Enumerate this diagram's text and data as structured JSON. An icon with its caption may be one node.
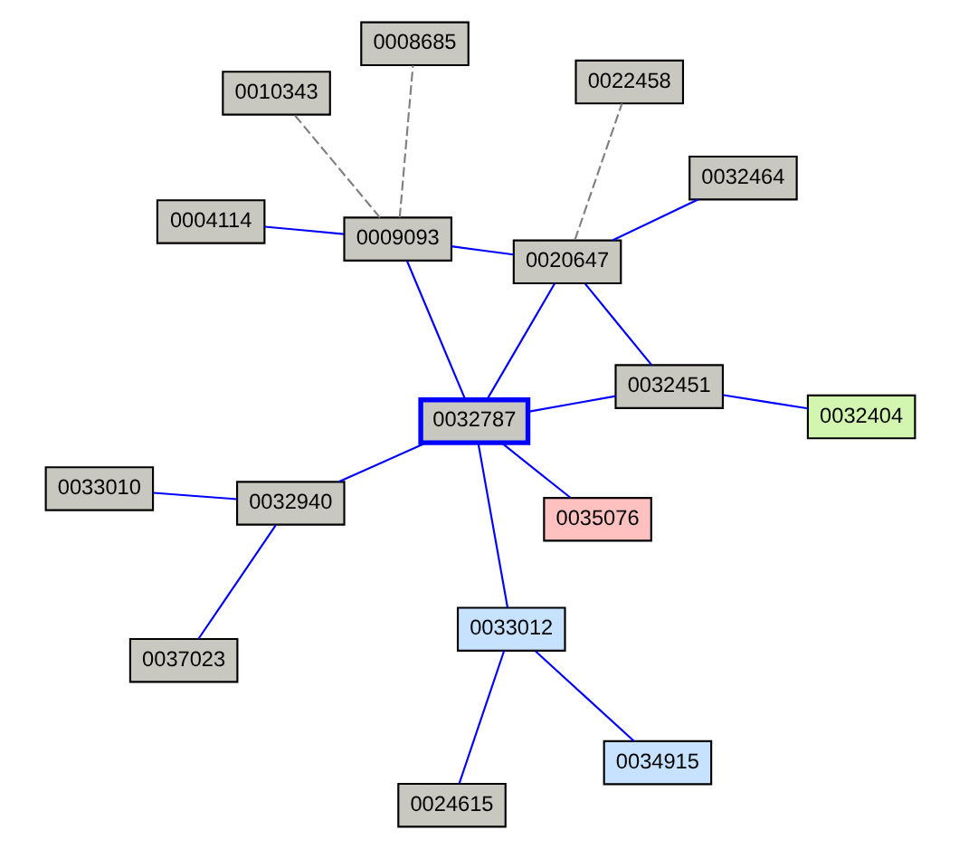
{
  "diagram": {
    "nodes": [
      {
        "text": [
          "0024615"
        ]
      },
      {
        "text": [
          "0034915"
        ]
      },
      {
        "text": [
          "0033012"
        ]
      },
      {
        "text": [
          "0008685"
        ]
      },
      {
        "text": [
          "0033010"
        ]
      },
      {
        "text": [
          "0010343"
        ]
      },
      {
        "text": [
          "0009093"
        ]
      },
      {
        "text": [
          "0032787"
        ]
      },
      {
        "text": [
          "0032940"
        ]
      },
      {
        "text": [
          "0035076"
        ]
      },
      {
        "text": [
          "0037023"
        ]
      },
      {
        "text": [
          "0004114"
        ]
      },
      {
        "text": [
          "0020647"
        ]
      },
      {
        "text": [
          "0032451"
        ]
      },
      {
        "text": [
          "0022458"
        ]
      },
      {
        "text": [
          "0032464"
        ]
      },
      {
        "text": [
          "0032404"
        ]
      }
    ],
    "edges": [
      {
        "from": 2,
        "to": 0,
        "arrow": "none"
      },
      {
        "from": 2,
        "to": 1,
        "arrow": "none"
      },
      {
        "from": 7,
        "to": 2,
        "arrow": "none"
      },
      {
        "from": 7,
        "to": 8,
        "arrow": "none"
      },
      {
        "from": 8,
        "to": 4,
        "arrow": "none"
      },
      {
        "from": 8,
        "to": 10,
        "arrow": "none"
      },
      {
        "from": 7,
        "to": 9,
        "arrow": "none"
      },
      {
        "from": 7,
        "to": 6,
        "arrow": "none"
      },
      {
        "from": 6,
        "to": 3,
        "arrow": "none",
        "style": "dashed",
        "color": "#808080"
      },
      {
        "from": 6,
        "to": 5,
        "arrow": "none",
        "style": "dashed",
        "color": "#808080"
      },
      {
        "from": 6,
        "to": 11,
        "arrow": "none"
      },
      {
        "from": 6,
        "to": 12,
        "arrow": "none"
      },
      {
        "from": 7,
        "to": 12,
        "arrow": "none"
      },
      {
        "from": 7,
        "to": 13,
        "arrow": "none"
      },
      {
        "from": 12,
        "to": 13,
        "arrow": "none"
      },
      {
        "from": 12,
        "to": 14,
        "arrow": "none",
        "style": "dashed",
        "color": "#808080"
      },
      {
        "from": 12,
        "to": 15,
        "arrow": "none"
      },
      {
        "from": 13,
        "to": 16,
        "arrow": "none"
      }
    ]
  }
}
